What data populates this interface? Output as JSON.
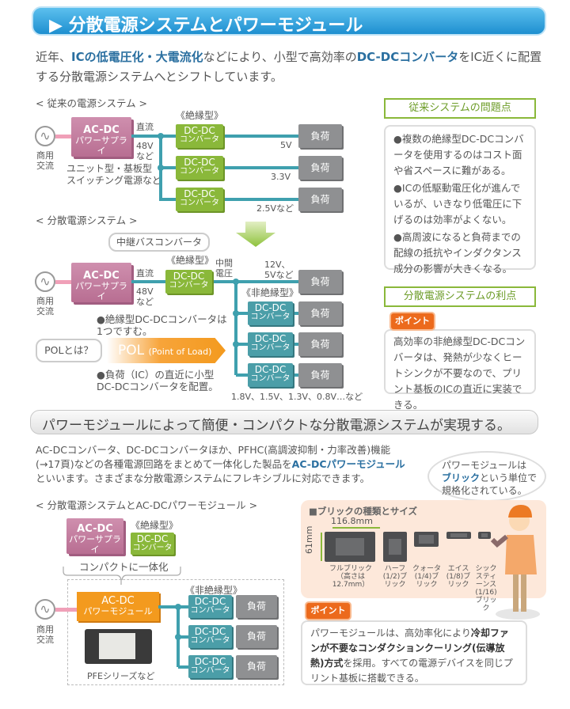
{
  "header": {
    "title": "▶ 分散電源システムとパワーモジュール"
  },
  "intro": {
    "p1": "近年、",
    "b1": "ICの低電圧化・大電流化",
    "p2": "などにより、小型で高効率の",
    "b2": "DC-DCコンバータ",
    "p3": "をIC近くに配置する分散電源システムへとシフトしています。"
  },
  "conventional": {
    "title": "< 従来の電源システム >",
    "source": "商用交流",
    "acdc_1": "AC-DC",
    "acdc_2": "パワーサプライ",
    "dc": "直流",
    "v48": "48Vなど",
    "unit_note_1": "ユニット型・基板型",
    "unit_note_2": "スイッチング電源など",
    "isolated": "《絶縁型》",
    "dcdc_1": "DC-DC",
    "dcdc_2": "コンバータ",
    "load": "負荷",
    "voltages": [
      "5V",
      "3.3V",
      "2.5Vなど"
    ]
  },
  "distributed": {
    "title": "< 分散電源システム >",
    "relay_bubble": "中継バスコンバータ",
    "isolated": "《絶縁型》",
    "source": "商用交流",
    "dc": "直流",
    "v48": "48Vなど",
    "mid_voltage": "中間電圧",
    "v_top": "12V、5Vなど",
    "non_isolated": "《非絶縁型》",
    "note1": "●絶縁型DC-DCコンバータは1つですむ。",
    "pol_bubble": "POLとは？",
    "pol": "POL",
    "pol_sub": "(Point of Load)",
    "note2": "●負荷（IC）の直近に小型DC-DCコンバータを配置。",
    "low_voltages": "1.8V、1.5V、1.3V、0.8V…など"
  },
  "problems": {
    "title": "従来システムの問題点",
    "items": [
      "●複数の絶縁型DC-DCコンバータを使用するのはコスト面や省スペースに難がある。",
      "●ICの低駆動電圧化が進んでいるが、いきなり低電圧に下げるのは効率がよくない。",
      "●高周波になると負荷までの配線の抵抗やインダクタンス成分の影響が大きくなる。"
    ]
  },
  "advantages": {
    "title": "分散電源システムの利点",
    "tag": "ポイント",
    "text": "高効率の非絶縁型DC-DCコンバータは、発熱が少なくヒートシンクが不要なので、プリント基板のICの直近に実装できる。"
  },
  "section2": {
    "title": "パワーモジュールによって簡便・コンパクトな分散電源システムが実現する。",
    "p1": "AC-DCコンバータ、DC-DCコンバータほか、PFHC(高調波抑制・力率改善)機能(→17頁)などの各種電源回路をまとめて一体化した製品を",
    "b1": "AC-DCパワーモジュール",
    "p2": "といいます。さまざまな分散電源システムにフレキシブルに対応できます。"
  },
  "bubble": {
    "p1": "パワーモジュールは",
    "b1": "ブリック",
    "p2": "という単位で規格化されている。"
  },
  "module_diagram": {
    "title": "< 分散電源システムとAC-DCパワーモジュール >",
    "acdc_1": "AC-DC",
    "acdc_2": "パワーサプライ",
    "isolated": "《絶縁型》",
    "compact": "コンパクトに一体化",
    "module_1": "AC-DC",
    "module_2": "パワーモジュール",
    "source": "商用交流",
    "photo_label": "PFEシリーズなど",
    "non_isolated": "《非絶縁型》"
  },
  "bricks": {
    "title": "■ブリックの種類とサイズ",
    "width": "116.8mm",
    "height": "61mm",
    "types": [
      "フルブリック",
      "ハーフ(1/2)ブリック",
      "クォータ(1/4)ブリック",
      "エイス(1/8)ブリック",
      "シックスティーンス(1/16)ブリック"
    ],
    "full_note": "（高さは12.7mm）"
  },
  "point2": {
    "tag": "ポイント",
    "p1": "パワーモジュールは、高効率化により",
    "b1": "冷却ファンが不要なコンダクションクーリング(伝導放熱)方式",
    "p2": "を採用。すべての電源デバイスを同じプリント基板に搭載できる。"
  }
}
